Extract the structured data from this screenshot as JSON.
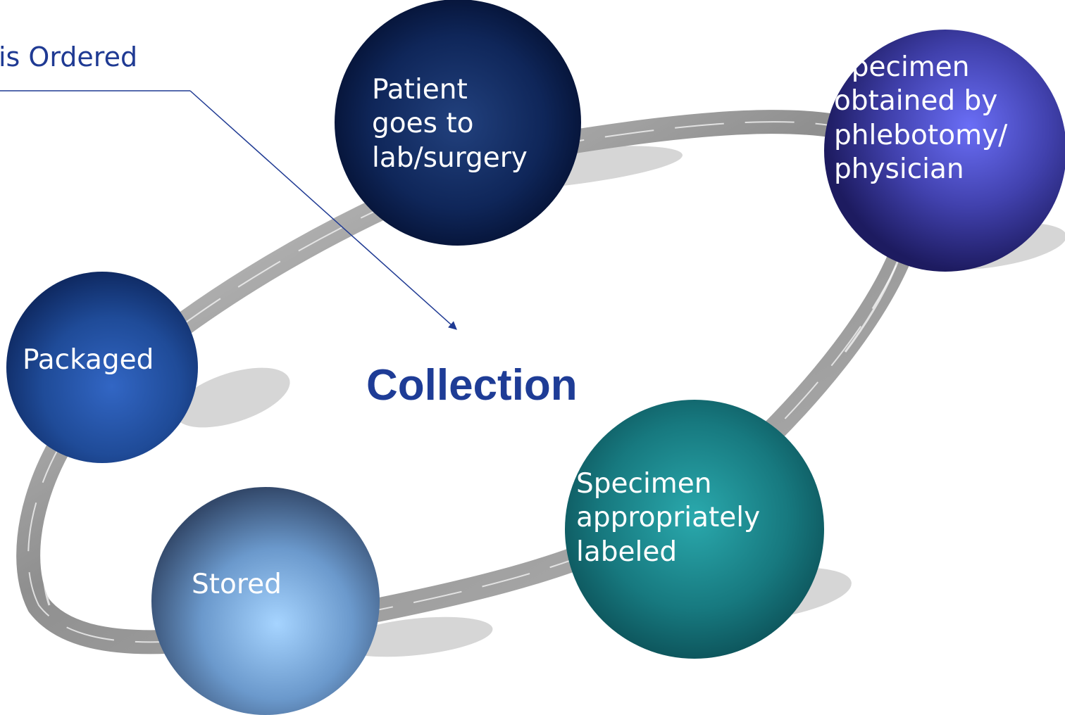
{
  "header": {
    "ordered_label": "is Ordered"
  },
  "center": {
    "title": "Collection"
  },
  "nodes": {
    "patient": "Patient\ngoes to\nlab/surgery",
    "obtained": "Specimen\nobtained by\nphlebotomy/\nphysician",
    "packaged": "Packaged",
    "labeled": "Specimen\nappropriately\nlabeled",
    "stored": "Stored"
  },
  "colors": {
    "title": "#1e3c96",
    "connector": "#1f3a93",
    "ring": "#8c8c8c",
    "shadow": "#d4d4d4",
    "patient_node": "#0c2257",
    "obtained_node": "#3d3d9e",
    "packaged_node": "#1d4a93",
    "labeled_node": "#1b7d84",
    "stored_node": "#6f9fd3"
  }
}
